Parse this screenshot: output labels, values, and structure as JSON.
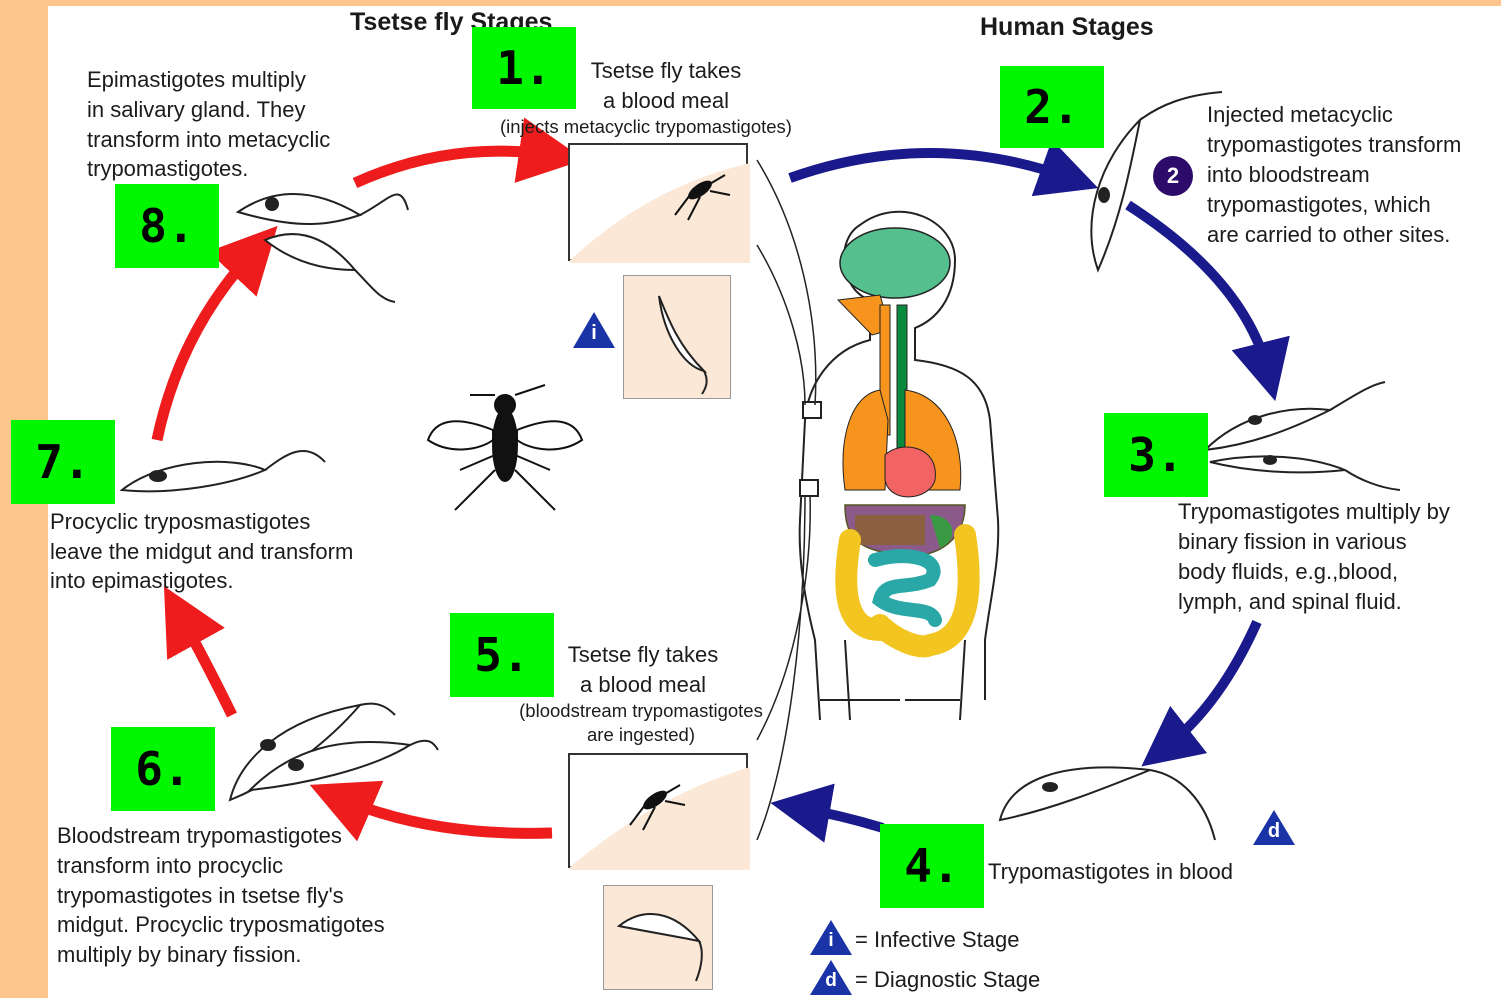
{
  "headers": {
    "fly": "Tsetse fly Stages",
    "human": "Human Stages"
  },
  "step_numbers": [
    "1.",
    "2.",
    "3.",
    "4.",
    "5.",
    "6.",
    "7.",
    "8."
  ],
  "steps": {
    "s1": [
      "Tsetse fly takes",
      "a blood meal",
      "(injects metacyclic trypomastigotes)"
    ],
    "s2": [
      "Injected metacyclic",
      "trypomastigotes transform",
      "into bloodstream",
      "trypomastigotes, which",
      "are carried to other sites."
    ],
    "s3": [
      "Trypomastigotes multiply by",
      "binary fission in various",
      "body fluids, e.g.,blood,",
      "lymph, and spinal fluid."
    ],
    "s4": [
      "Trypomastigotes in blood"
    ],
    "s5": [
      "Tsetse fly takes",
      "a blood meal",
      "(bloodstream trypomastigotes",
      "are ingested)"
    ],
    "s6": [
      "Bloodstream trypomastigotes",
      "transform into procyclic",
      "trypomastigotes in tsetse fly's",
      "midgut. Procyclic tryposmatigotes",
      "multiply by binary fission."
    ],
    "s7": [
      "Procyclic tryposmastigotes",
      "leave the midgut and transform",
      "into epimastigotes."
    ],
    "s8": [
      "Epimastigotes multiply",
      "in salivary gland. They",
      "transform into metacyclic",
      "trypomastigotes."
    ]
  },
  "stage_badge": "2",
  "legend": {
    "infective_symbol": "i",
    "infective_label": "= Infective Stage",
    "diagnostic_symbol": "d",
    "diagnostic_label": "= Diagnostic Stage"
  },
  "colors": {
    "background": "#fcc58c",
    "number_box": "#00f700",
    "fly_arrow": "#ee1c1c",
    "human_arrow": "#1a1a8c"
  }
}
